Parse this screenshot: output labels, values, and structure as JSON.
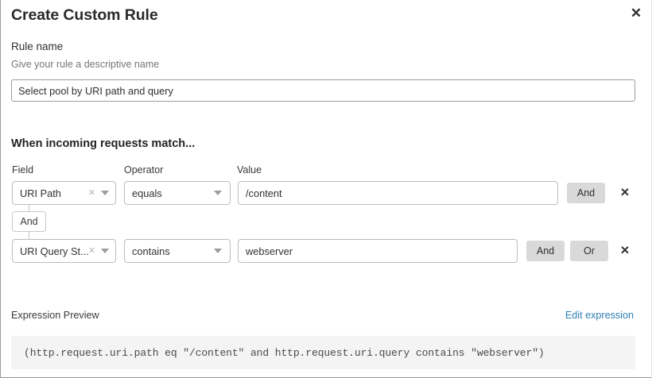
{
  "dialog": {
    "title": "Create Custom Rule",
    "close_icon": "close-icon"
  },
  "rule_name": {
    "label": "Rule name",
    "help": "Give your rule a descriptive name",
    "value": "Select pool by URI path and query",
    "placeholder": ""
  },
  "match_section": {
    "heading": "When incoming requests match...",
    "columns": {
      "field": "Field",
      "operator": "Operator",
      "value": "Value"
    },
    "connector": {
      "label": "And"
    },
    "rows": [
      {
        "field": "URI Path",
        "operator": "equals",
        "value": "/content",
        "clear_icon": "clear-icon",
        "caret_icon": "chevron-down-icon",
        "buttons": [
          "And"
        ],
        "delete_icon": "close-icon"
      },
      {
        "field": "URI Query St...",
        "operator": "contains",
        "value": "webserver",
        "clear_icon": "clear-icon",
        "caret_icon": "chevron-down-icon",
        "buttons": [
          "And",
          "Or"
        ],
        "delete_icon": "close-icon"
      }
    ]
  },
  "expression_preview": {
    "label": "Expression Preview",
    "edit_link": "Edit expression",
    "expression": "(http.request.uri.path eq \"/content\" and http.request.uri.query contains \"webserver\")"
  },
  "colors": {
    "link": "#2f7fb5",
    "button_bg": "#d9d9d9",
    "preview_bg": "#f4f4f4",
    "border": "#bdbdbd"
  }
}
